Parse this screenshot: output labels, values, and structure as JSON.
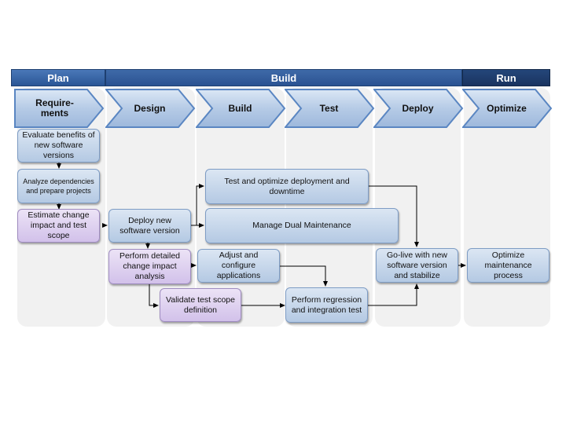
{
  "phases": {
    "plan": "Plan",
    "build": "Build",
    "run": "Run"
  },
  "stages": {
    "requirements": "Require-\nments",
    "design": "Design",
    "build": "Build",
    "test": "Test",
    "deploy": "Deploy",
    "optimize": "Optimize"
  },
  "tasks": {
    "evaluate": "Evaluate benefits of new software versions",
    "analyze": "Analyze dependencies and prepare projects",
    "estimate": "Estimate change impact and test scope",
    "deploy_new": "Deploy new software version",
    "perform_detailed": "Perform detailed change impact analysis",
    "validate": "Validate test scope definition",
    "test_optimize": "Test and optimize deployment and downtime",
    "dual_maintenance": "Manage Dual Maintenance",
    "adjust": "Adjust and configure applications",
    "regression": "Perform regression and integration test",
    "golive": "Go-live with new software version and stabilize",
    "optimize_process": "Optimize maintenance process"
  },
  "colors": {
    "phase_bar": "#2e5b9a",
    "run_bar": "#1f3d6b",
    "chevron": "#b8cde6",
    "task_blue": "#c5d6ec",
    "task_purple": "#ddd0ef"
  }
}
